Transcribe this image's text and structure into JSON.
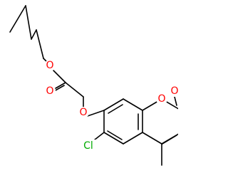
{
  "structure": {
    "atoms": {
      "ester_o": {
        "label": "O",
        "color": "#ff0000"
      },
      "carbonyl_o": {
        "label": "O",
        "color": "#ff0000"
      },
      "ether_o": {
        "label": "O",
        "color": "#ff0000"
      },
      "ring_o": {
        "label": "O",
        "color": "#ff0000"
      },
      "lactone_o": {
        "label": "O",
        "color": "#ff0000"
      },
      "chlorine": {
        "label": "Cl",
        "color": "#00aa00"
      }
    }
  }
}
